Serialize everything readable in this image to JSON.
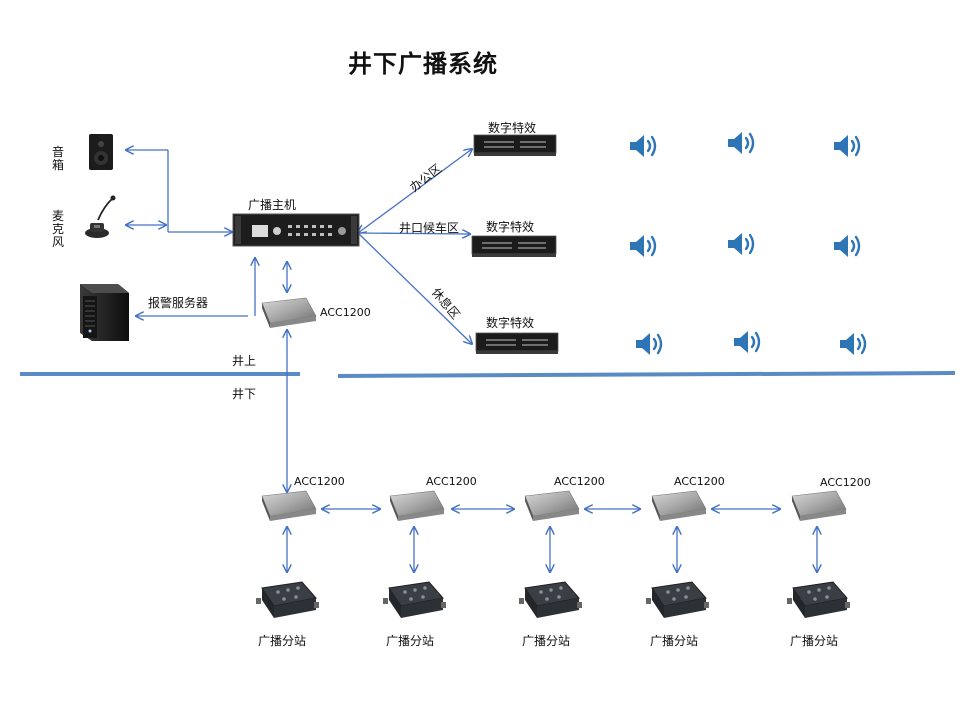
{
  "title": "井下广播系统",
  "labels": {
    "speaker_box": "音箱",
    "microphone": "麦克风",
    "host": "广播主机",
    "alarm_server": "报警服务器",
    "acc_top": "ACC1200",
    "above_ground": "井上",
    "below_ground": "井下",
    "zone_office": "办公区",
    "zone_waiting": "井口候车区",
    "zone_rest": "休息区",
    "effect_unit": "数字特效"
  },
  "effect_units": [
    "数字特效",
    "数字特效",
    "数字特效"
  ],
  "acc_nodes": [
    "ACC1200",
    "ACC1200",
    "ACC1200",
    "ACC1200",
    "ACC1200"
  ],
  "substations": [
    "广播分站",
    "广播分站",
    "广播分站",
    "广播分站",
    "广播分站"
  ],
  "colors": {
    "line": "#4472c4",
    "ground": "#5b8bc5",
    "speaker_blue": "#2e75b6"
  },
  "icons": [
    "speaker-box-icon",
    "microphone-icon",
    "broadcast-host-icon",
    "server-icon",
    "acc-device-icon",
    "amplifier-icon",
    "loudspeaker-icon",
    "substation-icon"
  ]
}
